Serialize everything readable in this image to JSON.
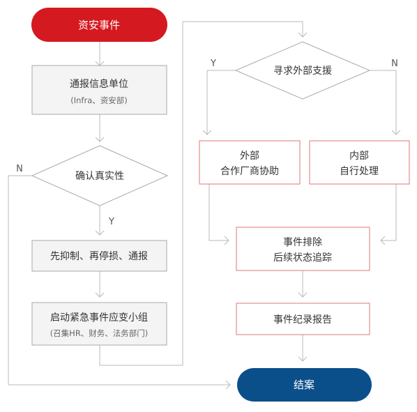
{
  "colors": {
    "start_fill": "#d51920",
    "end_fill": "#0b4f8a",
    "line": "#b9b9b9",
    "gray_border": "#a9a9a9",
    "gray_fill": "#f4f4f4",
    "red_border": "#e0747a",
    "text": "#333333",
    "sub_text": "#666666"
  },
  "nodes": {
    "start": {
      "label": "资安事件"
    },
    "notify": {
      "label": "通报信息单位",
      "sub": "(Infra、资安部)"
    },
    "verify": {
      "label": "确认真实性"
    },
    "suppress": {
      "label": "先抑制、再停损、通报"
    },
    "team": {
      "label": "启动紧急事件应变小组",
      "sub": "(召集HR、财务、法务部门)"
    },
    "seek_help": {
      "label": "寻求外部支援"
    },
    "external": {
      "line1": "外部",
      "line2": "合作厂商协助"
    },
    "internal": {
      "line1": "内部",
      "line2": "自行处理"
    },
    "troubleshoot": {
      "line1": "事件排除",
      "line2": "后续状态追踪"
    },
    "report": {
      "label": "事件纪录报告"
    },
    "end": {
      "label": "结案"
    }
  },
  "branch_labels": {
    "verify_yes": "Y",
    "verify_no": "N",
    "help_yes": "Y",
    "help_no": "N"
  }
}
